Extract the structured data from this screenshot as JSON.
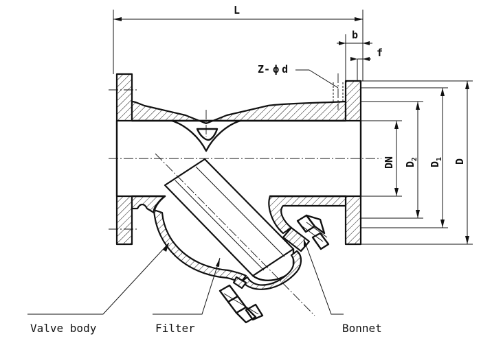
{
  "dimensions": {
    "length": "L",
    "flange_thickness": "b",
    "raised_face": "f",
    "bolt_holes": "Z-",
    "bolt_holes_symbol": "ϕ",
    "bolt_holes_d": "d",
    "nominal_diameter": "DN",
    "d2_base": "D",
    "d2_sub": "2",
    "d1_base": "D",
    "d1_sub": "1",
    "outer_diameter": "D"
  },
  "callouts": {
    "valve_body": "Valve body",
    "filter": "Filter",
    "bonnet": "Bonnet"
  }
}
